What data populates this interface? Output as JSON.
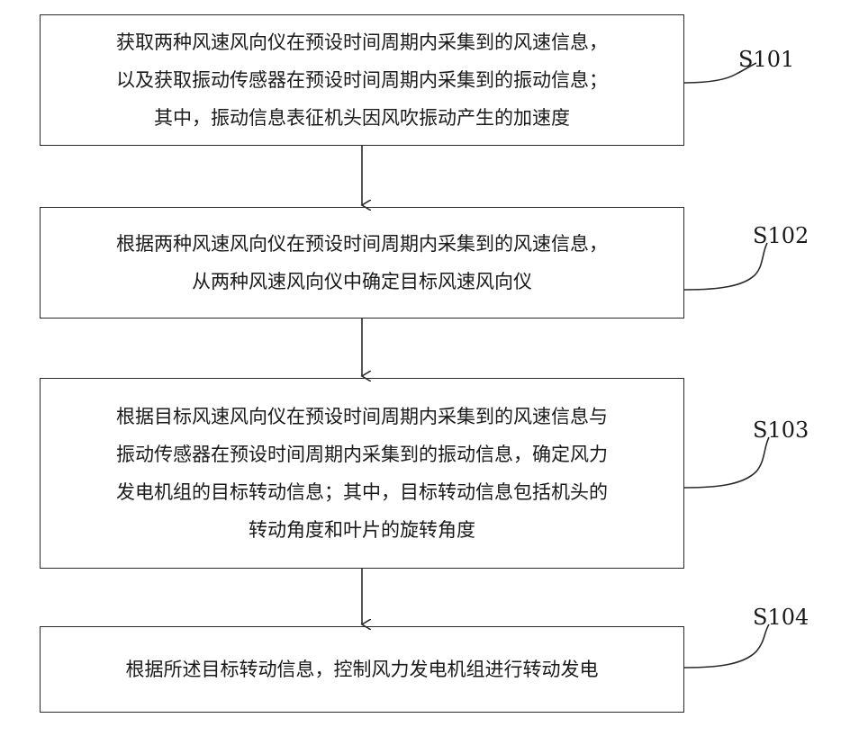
{
  "steps": [
    {
      "id": "S101",
      "lines": [
        "获取两种风速风向仪在预设时间周期内采集到的风速信息，",
        "以及获取振动传感器在预设时间周期内采集到的振动信息；",
        "其中，振动信息表征机头因风吹振动产生的加速度"
      ]
    },
    {
      "id": "S102",
      "lines": [
        "根据两种风速风向仪在预设时间周期内采集到的风速信息，",
        "从两种风速风向仪中确定目标风速风向仪"
      ]
    },
    {
      "id": "S103",
      "lines": [
        "根据目标风速风向仪在预设时间周期内采集到的风速信息与",
        "振动传感器在预设时间周期内采集到的振动信息，确定风力",
        "发电机组的目标转动信息；其中，目标转动信息包括机头的",
        "转动角度和叶片的旋转角度"
      ]
    },
    {
      "id": "S104",
      "lines": [
        "根据所述目标转动信息，控制风力发电机组进行转动发电"
      ]
    }
  ]
}
